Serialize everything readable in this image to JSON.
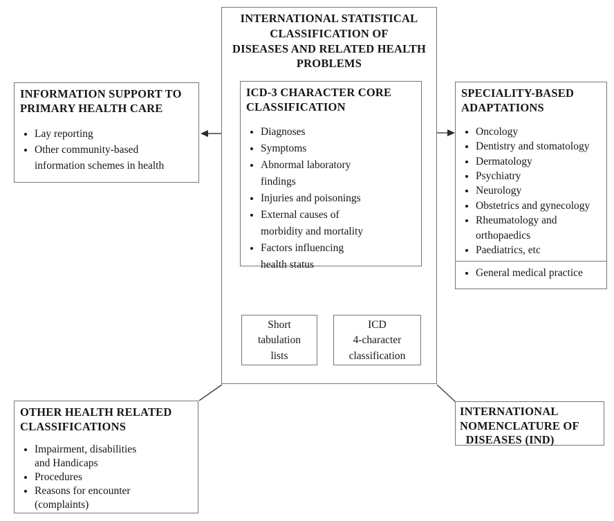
{
  "colors": {
    "background": "#ffffff",
    "box_border": "#757575",
    "connector": "#3f3f3f",
    "text": "#161616"
  },
  "diagram": {
    "main_box": {
      "title": "INTERNATIONAL STATISTICAL\nCLASSIFICATION OF\nDISEASES AND RELATED HEALTH\nPROBLEMS",
      "core_box": {
        "heading": "ICD-3 CHARACTER CORE\nCLASSIFICATION",
        "items": [
          "Diagnoses",
          "Symptoms",
          "Abnormal laboratory\nfindings",
          "Injuries and poisonings",
          "External causes of\nmorbidity and mortality",
          "Factors influencing\nhealth status"
        ]
      },
      "short_tabulation_box": {
        "label": "Short\ntabulation\nlists"
      },
      "four_character_box": {
        "label": "ICD\n4-character\nclassification"
      }
    },
    "primary_care_box": {
      "heading": "INFORMATION SUPPORT TO\nPRIMARY HEALTH CARE",
      "items": [
        "Lay reporting",
        "Other community-based\ninformation schemes in health"
      ]
    },
    "speciality_box": {
      "heading": "SPECIALITY-BASED\nADAPTATIONS",
      "items": [
        "Oncology",
        "Dentistry and stomatology",
        "Dermatology",
        "Psychiatry",
        "Neurology",
        "Obstetrics and gynecology",
        "Rheumatology and\northopaedics",
        "Paediatrics, etc"
      ]
    },
    "general_practice_box": {
      "items": [
        "General medical practice"
      ]
    },
    "other_classifications_box": {
      "heading": "OTHER HEALTH RELATED\nCLASSIFICATIONS",
      "items": [
        "Impairment, disabilities\nand Handicaps",
        "Procedures",
        "Reasons for encounter\n(complaints)"
      ]
    },
    "nomenclature_box": {
      "heading": "INTERNATIONAL\nNOMENCLATURE OF\n  DISEASES (IND)"
    }
  }
}
